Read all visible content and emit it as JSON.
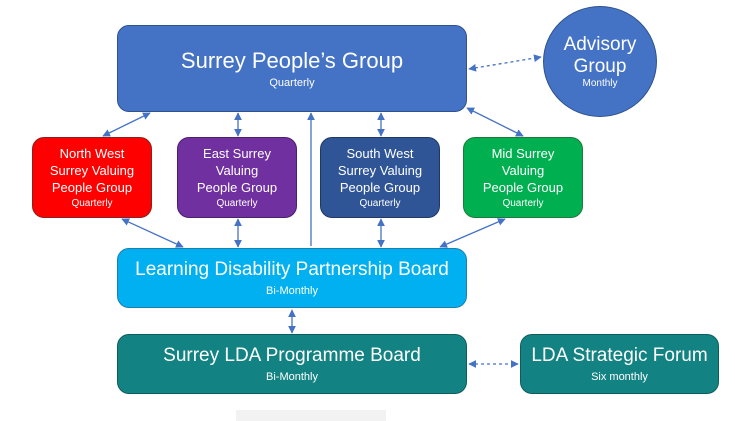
{
  "colors": {
    "surrey_peoples_group": "#4472c4",
    "north_west": "#ff0000",
    "east_surrey": "#7030a0",
    "south_west": "#2f5597",
    "mid_surrey": "#00b050",
    "partnership_board": "#00b0f0",
    "programme_board": "#138283",
    "connector": "#4472c4"
  },
  "nodes": {
    "surrey_peoples_group": {
      "title": "Surrey People’s Group",
      "frequency": "Quarterly"
    },
    "advisory_group": {
      "title_line1": "Advisory",
      "title_line2": "Group",
      "frequency": "Monthly"
    },
    "north_west": {
      "line1": "North West",
      "line2": "Surrey Valuing",
      "line3": "People Group",
      "frequency": "Quarterly"
    },
    "east_surrey": {
      "line1": "East Surrey",
      "line2": "Valuing",
      "line3": "People Group",
      "frequency": "Quarterly"
    },
    "south_west": {
      "line1": "South West",
      "line2": "Surrey Valuing",
      "line3": "People Group",
      "frequency": "Quarterly"
    },
    "mid_surrey": {
      "line1": "Mid Surrey",
      "line2": "Valuing",
      "line3": "People Group",
      "frequency": "Quarterly"
    },
    "partnership_board": {
      "title": "Learning Disability Partnership Board",
      "frequency": "Bi-Monthly"
    },
    "programme_board": {
      "title": "Surrey LDA Programme Board",
      "frequency": "Bi-Monthly"
    },
    "strategic_forum": {
      "title": "LDA Strategic Forum",
      "frequency": "Six monthly"
    }
  }
}
